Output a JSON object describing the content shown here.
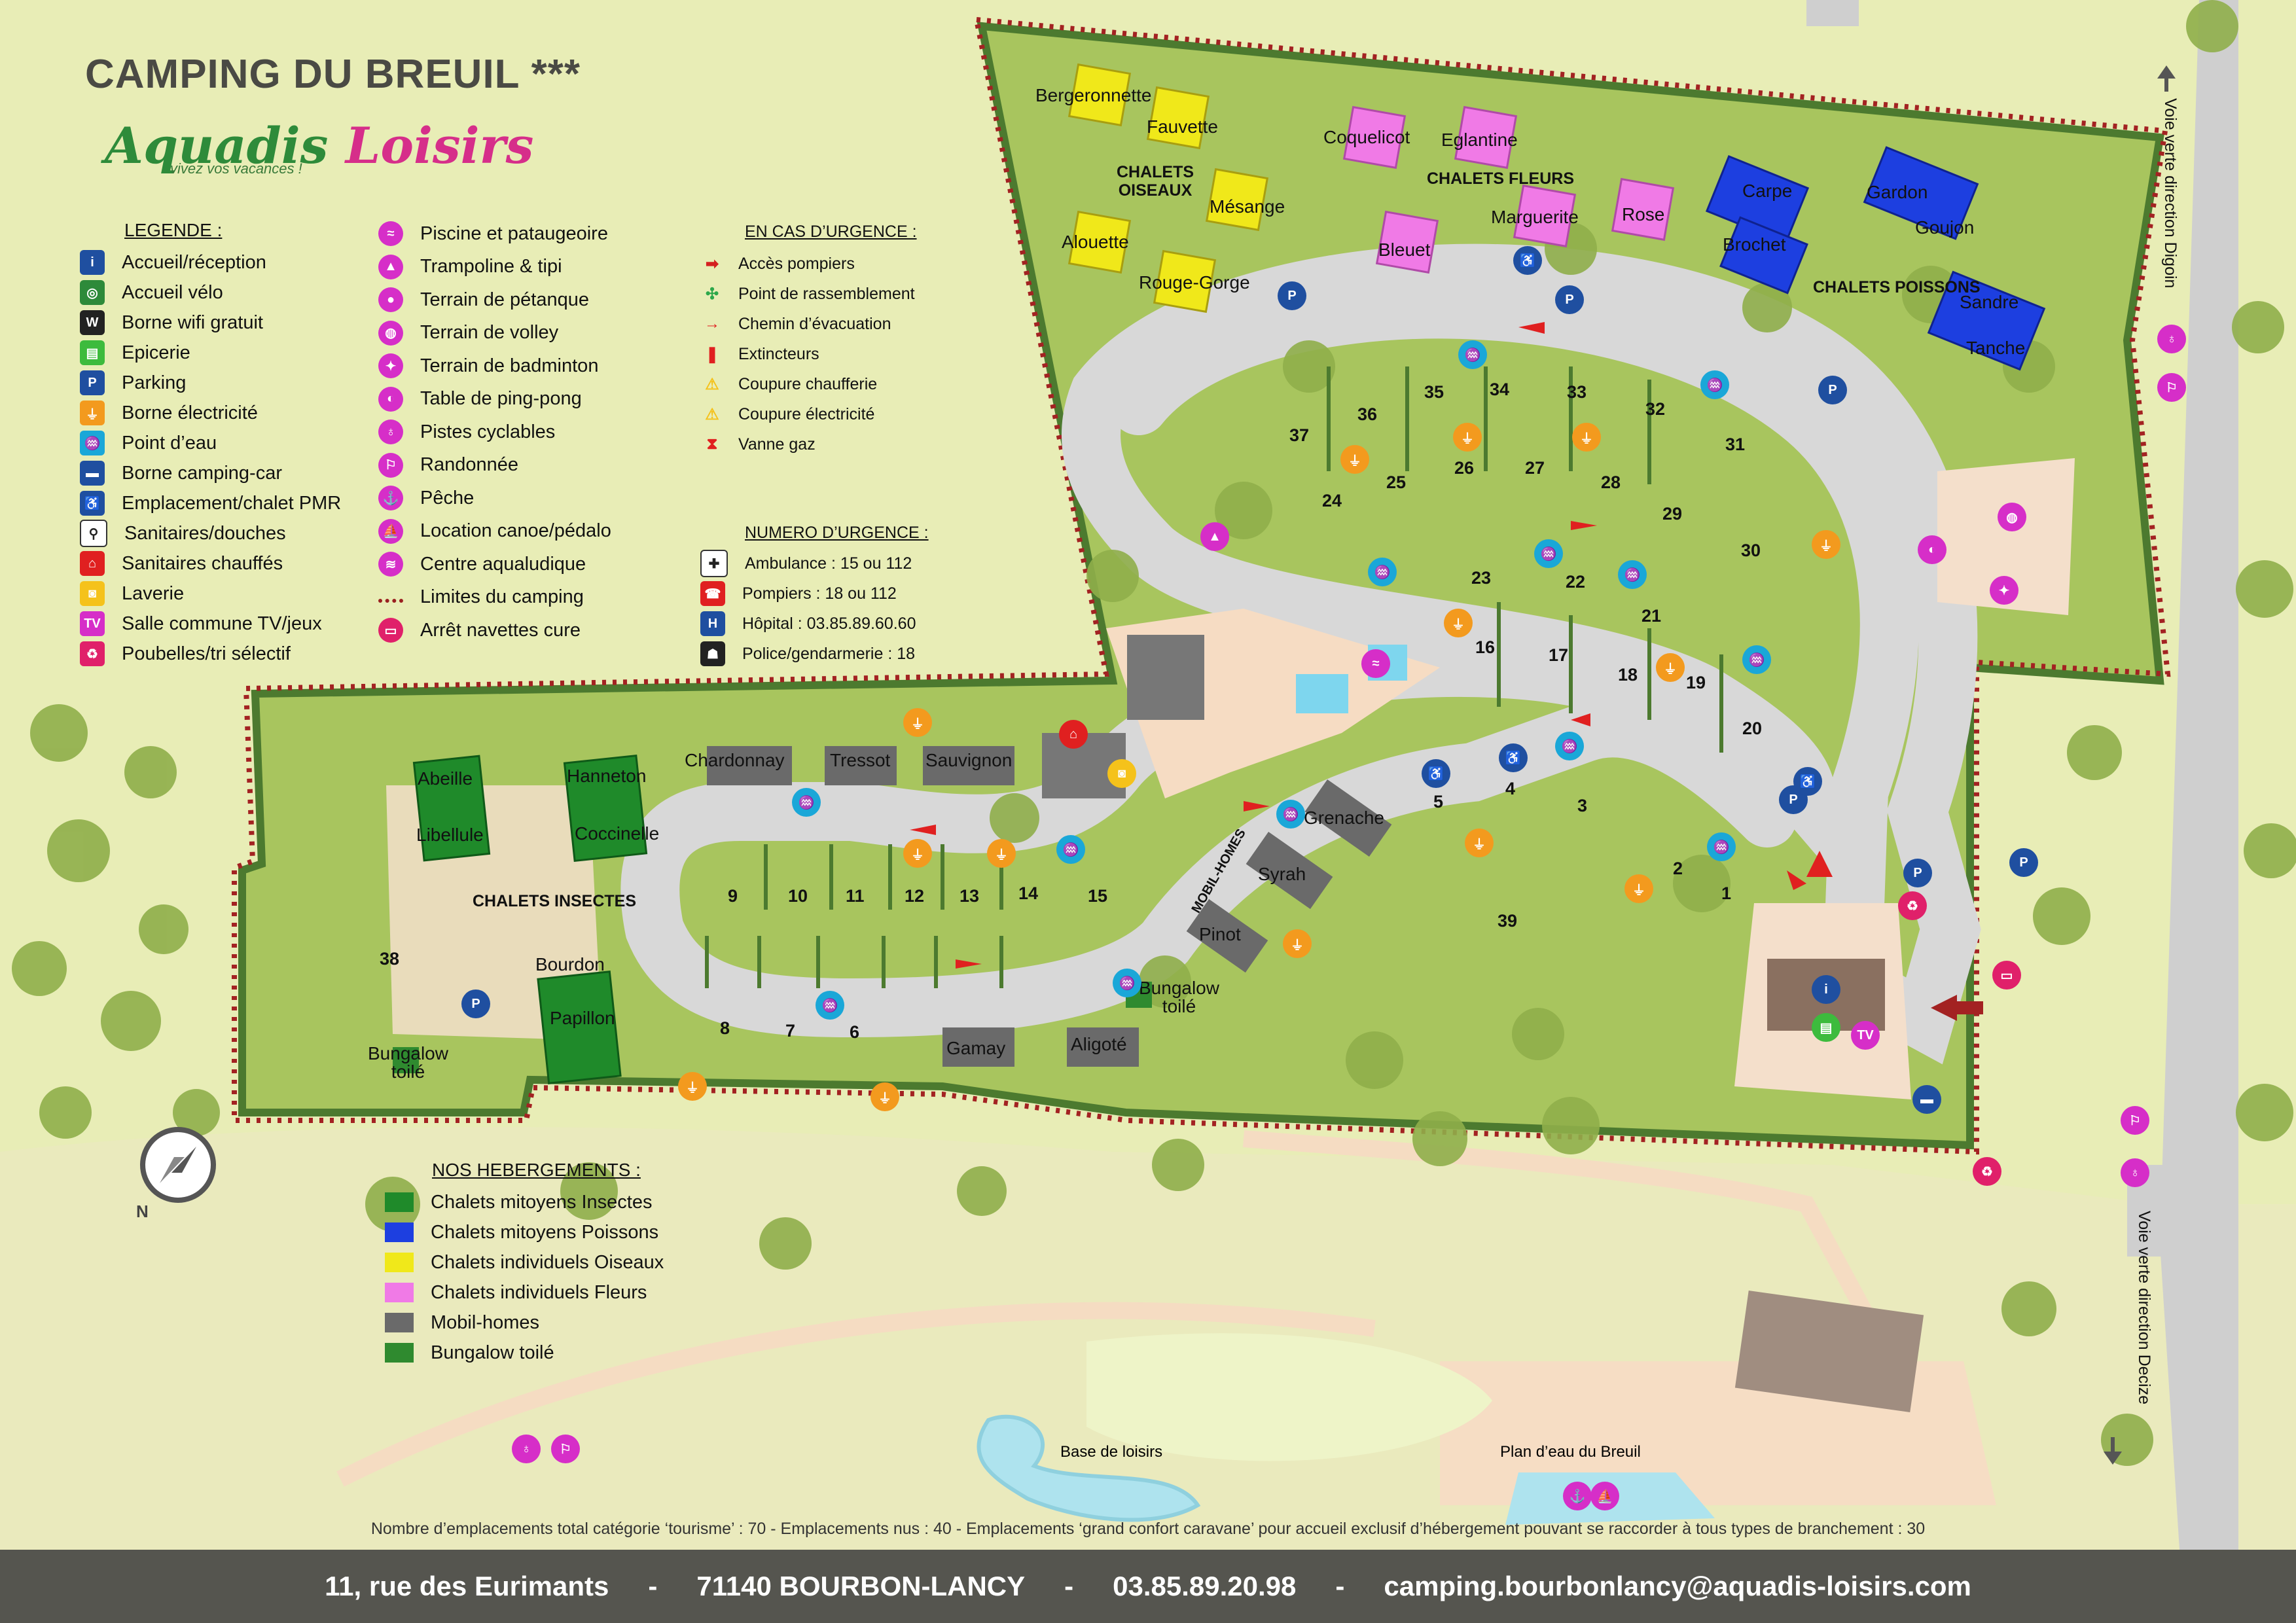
{
  "title": "CAMPING DU BREUIL ***",
  "logo": {
    "part1": "Aquadis ",
    "part2": "Loisirs",
    "tagline": "vivez vos vacances !"
  },
  "legend": {
    "heading": "LEGENDE :",
    "col1": [
      {
        "label": "Accueil/réception",
        "icon": "info-icon",
        "color": "#1f4fa0",
        "glyph": "i"
      },
      {
        "label": "Accueil vélo",
        "icon": "bike-welcome-icon",
        "color": "#2d8a3a",
        "glyph": "◎"
      },
      {
        "label": "Borne wifi gratuit",
        "icon": "wifi-icon",
        "color": "#222222",
        "glyph": "W"
      },
      {
        "label": "Epicerie",
        "icon": "basket-icon",
        "color": "#3dbb3d",
        "glyph": "▤"
      },
      {
        "label": "Parking",
        "icon": "parking-icon",
        "color": "#1f4fa0",
        "glyph": "P"
      },
      {
        "label": "Borne électricité",
        "icon": "electric-plug-icon",
        "color": "#f39a1e",
        "glyph": "⏚"
      },
      {
        "label": "Point d’eau",
        "icon": "water-tap-icon",
        "color": "#1aa7d8",
        "glyph": "♒"
      },
      {
        "label": "Borne camping-car",
        "icon": "camper-icon",
        "color": "#1f4fa0",
        "glyph": "▬"
      },
      {
        "label": "Emplacement/chalet  PMR",
        "icon": "wheelchair-icon",
        "color": "#1f4fa0",
        "glyph": "♿"
      },
      {
        "label": "Sanitaires/douches",
        "icon": "toilets-icon",
        "color": "#ffffff",
        "glyph": "⚲"
      },
      {
        "label": "Sanitaires chauffés",
        "icon": "heated-sanitary-icon",
        "color": "#e02020",
        "glyph": "⌂"
      },
      {
        "label": "Laverie",
        "icon": "laundry-icon",
        "color": "#f5c21b",
        "glyph": "◙"
      },
      {
        "label": "Salle commune TV/jeux",
        "icon": "tv-icon",
        "color": "#d62ec8",
        "glyph": "TV"
      },
      {
        "label": "Poubelles/tri sélectif",
        "icon": "recycle-bin-icon",
        "color": "#e0206a",
        "glyph": "♻"
      }
    ],
    "col2": [
      {
        "label": "Piscine et pataugeoire",
        "icon": "pool-icon",
        "color": "#d62ec8",
        "glyph": "≈"
      },
      {
        "label": "Trampoline & tipi",
        "icon": "trampoline-tipi-icon",
        "color": "#d62ec8",
        "glyph": "▲"
      },
      {
        "label": "Terrain de pétanque",
        "icon": "petanque-icon",
        "color": "#d62ec8",
        "glyph": "●"
      },
      {
        "label": "Terrain de volley",
        "icon": "volleyball-icon",
        "color": "#d62ec8",
        "glyph": "◍"
      },
      {
        "label": "Terrain de badminton",
        "icon": "badminton-icon",
        "color": "#d62ec8",
        "glyph": "✦"
      },
      {
        "label": "Table de ping-pong",
        "icon": "ping-pong-icon",
        "color": "#d62ec8",
        "glyph": "◐"
      },
      {
        "label": "Pistes cyclables",
        "icon": "cycling-icon",
        "color": "#d62ec8",
        "glyph": "♁"
      },
      {
        "label": "Randonnée",
        "icon": "hiking-icon",
        "color": "#d62ec8",
        "glyph": "⚐"
      },
      {
        "label": "Pêche",
        "icon": "fishing-icon",
        "color": "#d62ec8",
        "glyph": "⚓"
      },
      {
        "label": "Location canoe/pédalo",
        "icon": "canoe-icon",
        "color": "#d62ec8",
        "glyph": "⛵"
      },
      {
        "label": "Centre aqualudique",
        "icon": "water-park-icon",
        "color": "#d62ec8",
        "glyph": "≋"
      },
      {
        "label": "Limites du camping",
        "icon": "boundary-line-icon",
        "color": "#9a2020",
        "glyph": ""
      },
      {
        "label": "Arrêt navettes cure",
        "icon": "shuttle-bus-icon",
        "color": "#e0206a",
        "glyph": "▭"
      }
    ]
  },
  "emergency": {
    "heading": "EN CAS D’URGENCE :",
    "items": [
      {
        "label": "Accès pompiers",
        "icon": "fire-access-arrow-icon",
        "color": "#d42020",
        "glyph": "➡"
      },
      {
        "label": "Point de rassemblement",
        "icon": "assembly-point-icon",
        "color": "#2da84a",
        "glyph": "✣"
      },
      {
        "label": "Chemin d’évacuation",
        "icon": "evacuation-arrow-icon",
        "color": "#e02020",
        "glyph": "→"
      },
      {
        "label": "Extincteurs",
        "icon": "fire-extinguisher-icon",
        "color": "#e02020",
        "glyph": "❚"
      },
      {
        "label": "Coupure chaufferie",
        "icon": "boiler-cutoff-icon",
        "color": "#f5c21b",
        "glyph": "⚠"
      },
      {
        "label": "Coupure électricité",
        "icon": "power-cutoff-icon",
        "color": "#f5c21b",
        "glyph": "⚠"
      },
      {
        "label": "Vanne gaz",
        "icon": "gas-valve-icon",
        "color": "#e02020",
        "glyph": "⧗"
      }
    ],
    "numbers_heading": "NUMERO D’URGENCE :",
    "numbers": [
      {
        "label": "Ambulance : 15 ou 112",
        "icon": "ambulance-icon",
        "color": "#ffffff",
        "glyph": "✚"
      },
      {
        "label": "Pompiers : 18 ou 112",
        "icon": "firefighter-icon",
        "color": "#e02020",
        "glyph": "☎"
      },
      {
        "label": "Hôpital : 03.85.89.60.60",
        "icon": "hospital-icon",
        "color": "#1f4fa0",
        "glyph": "H"
      },
      {
        "label": "Police/gendarmerie : 18",
        "icon": "police-icon",
        "color": "#222222",
        "glyph": "☗"
      }
    ]
  },
  "accommodations": {
    "heading": "NOS HEBERGEMENTS :",
    "items": [
      {
        "label": "Chalets mitoyens Insectes",
        "color": "#1f8a2a"
      },
      {
        "label": "Chalets mitoyens Poissons",
        "color": "#1d3fe0"
      },
      {
        "label": "Chalets individuels Oiseaux",
        "color": "#f0e81a"
      },
      {
        "label": "Chalets individuels Fleurs",
        "color": "#f07ae6"
      },
      {
        "label": "Mobil-homes",
        "color": "#6a6a6a"
      },
      {
        "label": "Bungalow toilé",
        "color": "#2f8a2f"
      }
    ]
  },
  "zones": {
    "oiseaux": "CHALETS OISEAUX",
    "fleurs": "CHALETS FLEURS",
    "poissons": "CHALETS POISSONS",
    "insectes": "CHALETS INSECTES",
    "mobil": "MOBIL-HOMES"
  },
  "chalets": {
    "oiseaux": [
      "Bergeronnette",
      "Fauvette",
      "Mésange",
      "Alouette",
      "Rouge-Gorge"
    ],
    "fleurs": [
      "Coquelicot",
      "Eglantine",
      "Marguerite",
      "Rose",
      "Bleuet"
    ],
    "poissons": [
      "Carpe",
      "Gardon",
      "Goujon",
      "Brochet",
      "Sandre",
      "Tanche"
    ],
    "insectes": [
      "Abeille",
      "Hanneton",
      "Libellule",
      "Coccinelle",
      "Bourdon",
      "Papillon"
    ],
    "mobilhomes": [
      "Chardonnay",
      "Tressot",
      "Sauvignon",
      "Grenache",
      "Syrah",
      "Pinot",
      "Gamay",
      "Aligoté"
    ],
    "bungalow": "Bungalow\ntoilé"
  },
  "pitches": [
    "1",
    "2",
    "3",
    "4",
    "5",
    "6",
    "7",
    "8",
    "9",
    "10",
    "11",
    "12",
    "13",
    "14",
    "15",
    "16",
    "17",
    "18",
    "19",
    "20",
    "21",
    "22",
    "23",
    "24",
    "25",
    "26",
    "27",
    "28",
    "29",
    "30",
    "31",
    "32",
    "33",
    "34",
    "35",
    "36",
    "37",
    "38",
    "39"
  ],
  "roads": {
    "digoin": "Voie verte direction Digoin",
    "decize": "Voie verte direction Decize"
  },
  "places": {
    "base_loisirs": "Base de loisirs",
    "plan_eau": "Plan d’eau du Breuil"
  },
  "compass": "N",
  "footnote": "Nombre d’emplacements total catégorie ‘tourisme’ : 70 - Emplacements nus : 40 - Emplacements ‘grand confort caravane’ pour accueil exclusif d’hébergement pouvant se raccorder à tous types de branchement : 30",
  "footer": {
    "address": "11, rue des Eurimants",
    "city": "71140 BOURBON-LANCY",
    "phone": "03.85.89.20.98",
    "email": "camping.bourbonlancy@aquadis-loisirs.com",
    "separator": "-"
  }
}
